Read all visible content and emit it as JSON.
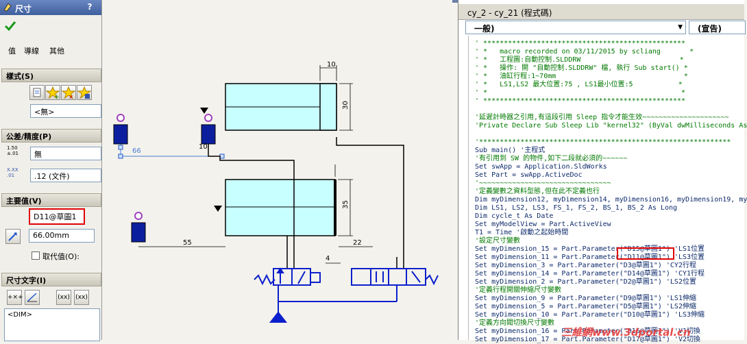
{
  "property_manager": {
    "title": "尺寸",
    "help": "?",
    "tabs": [
      "值",
      "導線",
      "其他"
    ],
    "style_section": "樣式(S)",
    "style_value": "<無>",
    "tolerance_section": "公差/精度(P)",
    "tolerance_value": "無",
    "precision_value": ".12 (文件)",
    "tolerance_icon_text": "1.50 ±.01",
    "precision_icon_text": "X.XX .01",
    "primary_section": "主要值(V)",
    "primary_name": "D11@草圖1",
    "primary_value": "66.00mm",
    "override_label": "取代值(O):",
    "dimtext_section": "尺寸文字(I)",
    "dimtext_value": "<DIM>",
    "btn_xx1": "(xx)",
    "btn_xx2": "(xx)"
  },
  "drawing": {
    "dims": [
      "10",
      "30",
      "10",
      "66",
      "35",
      "55",
      "22",
      "4"
    ]
  },
  "code_window": {
    "caption": "cy_2 - cy_21 (程式碼)",
    "object_combo": "一般)",
    "proc_combo": "(宣告)",
    "lines": [
      {
        "cls": "cmt",
        "text": "' *************************************************"
      },
      {
        "cls": "cmt",
        "text": "' *   macro recorded on 03/11/2015 by scliang       *"
      },
      {
        "cls": "cmt",
        "text": "' *   工程圖:自動控制.SLDDRW                        *"
      },
      {
        "cls": "cmt",
        "text": "' *   操作: 開 \"自動控制.SLDDRW\" 檔, 執行 Sub start() *"
      },
      {
        "cls": "cmt",
        "text": "' *   油缸行程:1~70mm                               *"
      },
      {
        "cls": "cmt",
        "text": "' *   LS1,LS2 最大位置:75 , LS1最小位置:5           *"
      },
      {
        "cls": "cmt",
        "text": "' *                                               *"
      },
      {
        "cls": "cmt",
        "text": "' *************************************************"
      },
      {
        "cls": "blk",
        "text": ""
      },
      {
        "cls": "cmt",
        "text": "'延遲計時器之引用,有這段引用 Sleep 指令才能生效~~~~~~~~~~~~~~~~~~~~~"
      },
      {
        "cls": "cmt",
        "text": "'Private Declare Sub Sleep Lib \"kernel32\" (ByVal dwMilliseconds As"
      },
      {
        "cls": "blk",
        "text": ""
      },
      {
        "cls": "cmt",
        "text": "'*************************************************************"
      },
      {
        "cls": "blk",
        "text": "Sub main() '主程式"
      },
      {
        "cls": "cmt",
        "text": "'有引用到 SW 的物件,如下二段就必須的~~~~~~"
      },
      {
        "cls": "blk",
        "text": "Set swApp = Application.SldWorks"
      },
      {
        "cls": "blk",
        "text": "Set Part = swApp.ActiveDoc"
      },
      {
        "cls": "cmt",
        "text": "'~~~~~~~~~~~~~~~~~~~~~~~~~~~~~~~~"
      },
      {
        "cls": "cmt",
        "text": "'定義變數之資料型態,但在此不定義也行"
      },
      {
        "cls": "blk",
        "text": "Dim myDimension12, myDimension14, myDimension16, myDimension19, my"
      },
      {
        "cls": "blk",
        "text": "Dim LS1, LS2, LS3, FS_1, FS_2, BS_1, BS_2 As Long"
      },
      {
        "cls": "blk",
        "text": "Dim cycle_t As Date"
      },
      {
        "cls": "blk",
        "text": "Set myModelView = Part.ActiveView"
      },
      {
        "cls": "blk",
        "text": "T1 = Time '啟動之起始時間"
      },
      {
        "cls": "cmt",
        "text": "'設定尺寸變數"
      },
      {
        "cls": "blk",
        "text": "Set myDimension_15 = Part.Parameter(\"D15@草圖1\") 'LS1位置"
      },
      {
        "cls": "blk",
        "text": "Set myDimension_11 = Part.Parameter(\"D11@草圖1\") 'LS3位置"
      },
      {
        "cls": "blk",
        "text": "Set myDimension_3 = Part.Parameter(\"D3@草圖1\") 'CY2行程"
      },
      {
        "cls": "blk",
        "text": "Set myDimension_14 = Part.Parameter(\"D14@草圖1\") 'CY1行程"
      },
      {
        "cls": "blk",
        "text": "Set myDimension_2 = Part.Parameter(\"D2@草圖1\") 'LS2位置"
      },
      {
        "cls": "cmt",
        "text": "'定義行程開關伸縮尺寸變數"
      },
      {
        "cls": "blk",
        "text": "Set myDimension_9 = Part.Parameter(\"D9@草圖1\") 'LS1伸縮"
      },
      {
        "cls": "blk",
        "text": "Set myDimension_5 = Part.Parameter(\"D5@草圖1\") 'LS2伸縮"
      },
      {
        "cls": "blk",
        "text": "Set myDimension_10 = Part.Parameter(\"D10@草圖1\") 'LS3伸縮"
      },
      {
        "cls": "cmt",
        "text": "'定義方向閥切換尺寸變數"
      },
      {
        "cls": "blk",
        "text": "Set myDimension_16 = Part.Parameter(\"D16@草圖1\") 'V1切換"
      },
      {
        "cls": "blk",
        "text": "Set myDimension_17 = Part.Parameter(\"D17@草圖1\") 'V2切換"
      }
    ]
  },
  "watermark": "三維網www.3dportal.cn",
  "colors": {
    "cylinder_fill": "#c8ffff",
    "blue": "#0000cc",
    "highlight": "#e00000",
    "comment": "#007800"
  }
}
